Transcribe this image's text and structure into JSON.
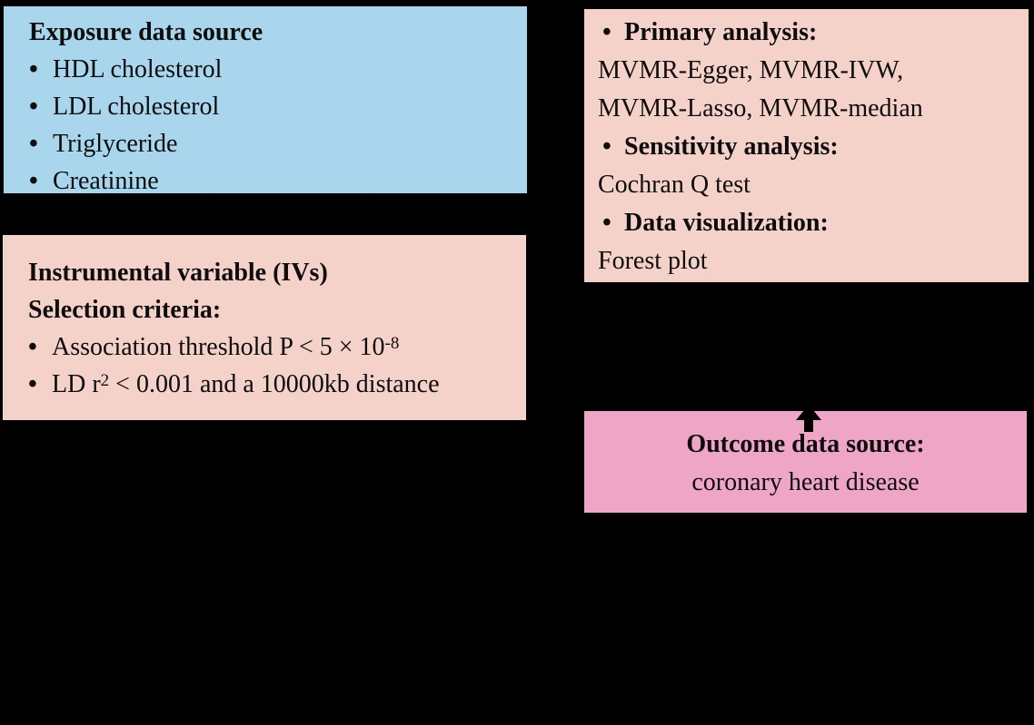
{
  "chars": {
    "bullet": "•"
  },
  "colors": {
    "background": "#000000",
    "exposure_box": "#a9d6ec",
    "iv_box": "#f5d2c9",
    "analysis_box": "#f5d2c9",
    "outcome_box": "#efa5c5",
    "text": "#0d0d0d",
    "arrow": "#000000"
  },
  "exposure_box": {
    "title": "Exposure data source",
    "items": [
      "HDL cholesterol",
      "LDL cholesterol",
      "Triglyceride",
      "Creatinine"
    ]
  },
  "iv_box": {
    "title_line1": "Instrumental variable (IVs)",
    "title_line2": "Selection criteria:",
    "items": [
      {
        "pre": "Association threshold P < 5 × 10",
        "sup": "-8",
        "post": ""
      },
      {
        "pre": "LD r",
        "sup": "2",
        "post": " < 0.001 and a 10000kb distance"
      }
    ]
  },
  "analysis_box": {
    "lines": [
      {
        "style": "bullet-bold",
        "text": "Primary analysis:"
      },
      {
        "style": "plain",
        "text": "MVMR-Egger, MVMR-IVW,"
      },
      {
        "style": "plain",
        "text": "MVMR-Lasso, MVMR-median"
      },
      {
        "style": "bullet-bold",
        "text": "Sensitivity analysis:"
      },
      {
        "style": "plain",
        "text": "Cochran Q test"
      },
      {
        "style": "bullet-bold",
        "text": "Data visualization:"
      },
      {
        "style": "plain",
        "text": "Forest plot"
      }
    ]
  },
  "outcome_box": {
    "title": "Outcome data source:",
    "subtitle": "coronary heart disease"
  },
  "icons": {
    "up_arrow": "up-arrow"
  }
}
